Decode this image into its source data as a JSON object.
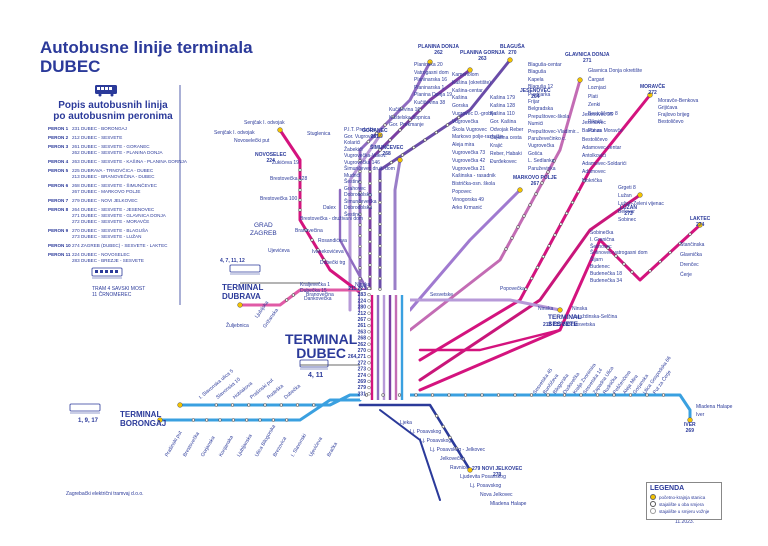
{
  "title_line1": "Autobusne linije terminala",
  "title_line2": "DUBEC",
  "routes_heading_line1": "Popis autobusnih linija",
  "routes_heading_line2": "po autobusnim peronima",
  "peron_list": [
    {
      "peron": "PERON 1",
      "lines": [
        "231 DUBEC - BORONGAJ"
      ]
    },
    {
      "peron": "PERON 2",
      "lines": [
        "212 DUBEC - SESVETE"
      ]
    },
    {
      "peron": "PERON 3",
      "lines": [
        "261 DUBEC - SESVETE - GORANEC",
        "262 DUBEC - SESVETE - PLANINA DONJA"
      ]
    },
    {
      "peron": "PERON 4",
      "lines": [
        "263 DUBEC - SESVETE - KAŠINA - PLANINA GORNJA"
      ]
    },
    {
      "peron": "PERON 5",
      "lines": [
        "225 DUBRAVA - TRNOVČICA - DUBEC",
        "213 DUBEC - BRANOVEČINA - DUBEC"
      ]
    },
    {
      "peron": "PERON 6",
      "lines": [
        "268 DUBEC - SESVETE - ŠIMUNČEVEC",
        "267 DUBEC - MARKOVO POLJE"
      ]
    },
    {
      "peron": "PERON 7",
      "lines": [
        "279 DUBEC - NOVI JELKOVEC"
      ]
    },
    {
      "peron": "PERON 8",
      "lines": [
        "264 DUBEC - SESVETE - JESENOVEC",
        "271 DUBEC - SESVETE - GLAVNICA DONJA",
        "272 DUBEC - SESVETE - MORAVČE"
      ]
    },
    {
      "peron": "PERON 9",
      "lines": [
        "270 DUBEC - SESVETE - BLAGUŠA",
        "273 DUBEC - SESVETE - LUŽAN"
      ]
    },
    {
      "peron": "PERON 10",
      "lines": [
        "274 ZAGREB (DUBEC) - SESVETE - LAKTEC"
      ]
    },
    {
      "peron": "PERON 11",
      "lines": [
        "224 DUBEC - NOVOSELEC",
        "283 DUBEC - BREZJE - SESVETE"
      ]
    }
  ],
  "tram_note_line1": "TRAM 4 SAVSKI MOST",
  "tram_note_line2": "11 ČRNOMEREC",
  "terminal_dubec_line1": "TERMINAL",
  "terminal_dubec_line2": "DUBEC",
  "tram_dubec_lines": "4, 11",
  "terminal_dubrava_line1": "TERMINAL",
  "terminal_dubrava_line2": "DUBRAVA",
  "tram_dubrava_lines": "4, 7, 11, 12",
  "terminal_borongaj_line1": "TERMINAL",
  "terminal_borongaj_line2": "BORONGAJ",
  "tram_borongaj_lines": "1, 9, 17",
  "terminal_sesvete_line1": "TERMINAL",
  "terminal_sesvete_line2": "SESVETE",
  "grad_zagreb_line1": "GRAD",
  "grad_zagreb_line2": "ZAGREB",
  "footer_company": "Zagrebački električni tramvaj d.o.o.",
  "footer_logo": "ZET",
  "date": "11.2023.",
  "legend": {
    "title": "LEGENDA",
    "items": [
      "početno-krajnja stanica",
      "stajalište u oba smjera",
      "stajalište u smjeru vožnje"
    ]
  },
  "terminal_line_numbers": [
    "211,223",
    "283",
    "224",
    "280",
    "212",
    "267",
    "261",
    "263",
    "268",
    "262",
    "270",
    "264,271",
    "272",
    "273",
    "274",
    "269",
    "279",
    "231"
  ],
  "line_end_labels": [
    {
      "num": "262",
      "name": "PLANINA DONJA"
    },
    {
      "num": "263",
      "name": "PLANINA GORNJA"
    },
    {
      "num": "270",
      "name": "BLAGUŠA"
    },
    {
      "num": "271",
      "name": "GLAVNICA DONJA"
    },
    {
      "num": "272",
      "name": "MORAVČE"
    },
    {
      "num": "261",
      "name": "GORANEC"
    },
    {
      "num": "268",
      "name": "ŠIMUNČEVEC"
    },
    {
      "num": "264",
      "name": "JESENOVEC"
    },
    {
      "num": "267",
      "name": "MARKOVO POLJE"
    },
    {
      "num": "273",
      "name": "LUŽAN"
    },
    {
      "num": "274",
      "name": "LAKTEC"
    },
    {
      "num": "224",
      "name": "NOVOSELEC"
    },
    {
      "num": "269",
      "name": "IVER"
    },
    {
      "num": "279",
      "name": "279 NOVI JELKOVEC"
    },
    {
      "num": "212 213 283",
      "name": ""
    }
  ],
  "stops_left": [
    "Senjčak I. odvojak",
    "Senjčak I. odvojak",
    "Novoselečki put",
    "Stuglenica",
    "Žukićeva 19",
    "Brestovečka 128",
    "Brestovečka 100",
    "Dalex",
    "Brestovečka - druživani dom",
    "Branovečina",
    "Rosandićeva",
    "Ivanekovićeva",
    "Dankovečka",
    "Ljubijska",
    "Grižanska",
    "Ujevićeva",
    "Dubečki trg"
  ],
  "stops_north": [
    "Planinska 20",
    "Vatrogasni dom",
    "Planinarska 16",
    "Planinarska 1",
    "Planina Donja 19",
    "Kučičevina 38",
    "Kučičevina 16",
    "Kaštelska Sopnica",
    "Gor. Prekmanje",
    "P.I.T. Prekrižje",
    "Gor. Vugrovec 59",
    "Kolarići",
    "Žabekići",
    "Vugrovečka-Vukov.",
    "Vugrovečka 146",
    "Šimunčevec druš. dom",
    "Mudrići",
    "Šestine",
    "Grahovec",
    "Dobrodolska",
    "Šimunčevečka",
    "Dobrodolska",
    "Šestine",
    "Kamenolom",
    "Kašina (okretište)",
    "Kašina-centar",
    "Kašina",
    "Gorska",
    "Vugrovec D.-groblje",
    "Vugrovečka",
    "Škola Vugrovec",
    "Markovo polje-raskrižje",
    "Aleja mira",
    "Vugrovečka 73",
    "Vugrovečka 42",
    "Vugrovečka 21",
    "Kašinska - rasadnik",
    "Bistrička-osn. škola",
    "Popovec",
    "Vinogorska 49",
    "Arko Krmanić"
  ],
  "stops_blagusa": [
    "Kašina 179",
    "Kašina 128",
    "Kašina 110",
    "Gor. Kašina",
    "Odvojak Reber",
    "Cajetina cesta",
    "Krajić",
    "Reber, Habaki",
    "Đurđekovec",
    "Blaguša-centar",
    "Blaguša",
    "Kapela",
    "Blaguša 12",
    "Puntijarka",
    "Frijar",
    "Belgradska",
    "Prepuštovec-škola",
    "Numići",
    "Prepuštovec-Vladimir...",
    "Paruževečinko c.",
    "Vugrovečka",
    "Gošća",
    "L. Sedlanka",
    "Paruževinka"
  ],
  "stops_east": [
    "Glavnica Donja okretište",
    "Čargari",
    "Loznjaci",
    "Plati",
    "Zenki",
    "Bestoličevo 8",
    "Pikpići",
    "Put za Moravče",
    "Moravče-Benkova",
    "Grijićava",
    "Frajlovo brijeg",
    "Bestoličevo",
    "Jesenovec 26",
    "Jesenovec",
    "Baličeva",
    "Bestoličevo",
    "Adamovec-centar",
    "Antolkovići",
    "Adamovec-Soldarići",
    "Adamovec",
    "Mokrička",
    "Grgeti 8",
    "Lužan",
    "Lužan-Zeleni vijenac",
    "Belovar",
    "Sobinec",
    "Sobinečka",
    "I. Granična",
    "Šelinovec",
    "Šelinovec-vatrogasni dom",
    "Šijarn",
    "Budenec",
    "Budenečka 18",
    "Budenečka 34",
    "Stančinska",
    "Glavnička",
    "Drenčec",
    "Ćerje"
  ],
  "stops_south_east": [
    "Ninska",
    "Varaždinska-Selčina",
    "Sesvetska",
    "Sesvetska 45",
    "Bunčičeva",
    "Bilogorska",
    "Dudovečka",
    "Kralja Zvonimira",
    "Sesvetska 14",
    "Zapadna Ulica",
    "Rudnička",
    "Peščenčeva",
    "Aleja Mira",
    "Gorjanska",
    "Ulica Gospodska 66",
    "Put za Ćerje",
    "Mladena Halape",
    "Iver"
  ],
  "stops_south": [
    "I. Slavonska ulica 5",
    "Slavonska 10",
    "Hoblakova",
    "Prašinski put",
    "Rudeška",
    "Dubečka",
    "Prašinski put",
    "Brestovečka",
    "Gorjanska",
    "Konjanska",
    "Ljubljanska",
    "Ulica Bilogorska",
    "Brezovica",
    "I. Slavonski",
    "Ujevićeva",
    "Bračka",
    "Ljeka",
    "Lj. Posavskog",
    "Lj. Posavskog",
    "Lj. Posavskog - Jelkovec",
    "Jelkovečka",
    "Ravnice",
    "Ljudevita Posavskog",
    "Lj. Posavskog",
    "Nova Jelkovec",
    "Mladena Halape"
  ],
  "stop_misc": [
    "Žuljebnica",
    "Dubečka 15",
    "Branovečina",
    "Sesvetske",
    "Ninska",
    "Popovečka",
    "Kraljevečka 1",
    "Ninska"
  ],
  "colors": {
    "title": "#2b3a9a",
    "magenta": "#d4137e",
    "pink": "#e05aa6",
    "purple": "#7a3fa3",
    "violet": "#8e6bc0",
    "lavender": "#b79ad8",
    "blue": "#3aa0e0",
    "navy": "#2b3a9a",
    "yellow": "#f2c200",
    "grey": "#9b9b9b"
  }
}
